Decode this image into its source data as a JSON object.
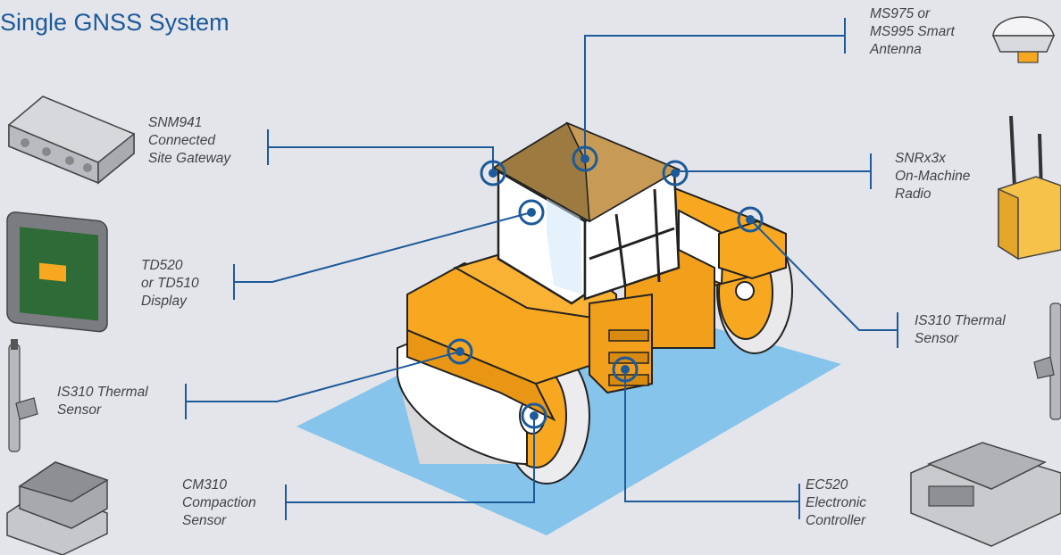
{
  "title": "Single GNSS System",
  "colors": {
    "background": "#e4e5ea",
    "leader_line": "#1d5a9a",
    "machine_yellow": "#f7a820",
    "ground_blue": "#86c4ec",
    "title": "#1d5a9a"
  },
  "components": [
    {
      "id": "snm941",
      "label": "SNM941\nConnected\nSite Gateway"
    },
    {
      "id": "td520",
      "label": "TD520\nor TD510\nDisplay"
    },
    {
      "id": "is310_front",
      "label": "IS310 Thermal\nSensor"
    },
    {
      "id": "cm310",
      "label": "CM310\nCompaction\nSensor"
    },
    {
      "id": "ms975",
      "label": "MS975 or\nMS995 Smart\nAntenna"
    },
    {
      "id": "snrx3x",
      "label": "SNRx3x\nOn-Machine\nRadio"
    },
    {
      "id": "is310_rear",
      "label": "IS310 Thermal\nSensor"
    },
    {
      "id": "ec520",
      "label": "EC520\nElectronic\nController"
    }
  ]
}
